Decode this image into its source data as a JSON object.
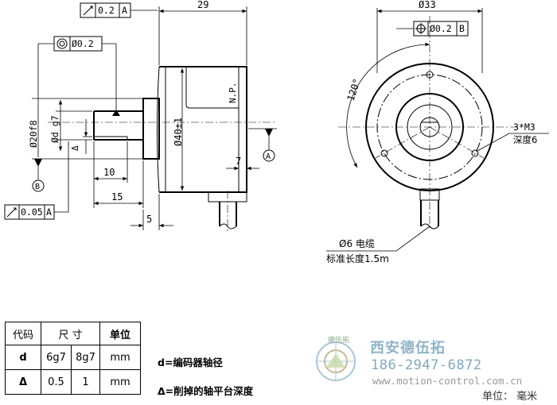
{
  "drawing": {
    "tol_runout_a": {
      "value": "0.2",
      "datum": "A"
    },
    "tol_concentric": {
      "value": "Ø0.2"
    },
    "tol_runout_b": {
      "value": "0.05",
      "datum": "A"
    },
    "tol_position": {
      "value": "Ø0.2",
      "datum": "B"
    },
    "dim_length": "29",
    "dim_shaft_dia": "Ø20f8",
    "dim_d": "Ød g7",
    "dim_delta": "Δ",
    "dim_body_dia": "Ø40±1",
    "dim_np": "N.P.",
    "dim_10": "10",
    "dim_15": "15",
    "dim_5": "5",
    "dim_7": "7",
    "datum_a": "A",
    "datum_b": "B",
    "dim_33": "Ø33",
    "dim_angle": "120°",
    "hole_note_1": "3*M3",
    "hole_note_2": "深度6",
    "cable_note_1": "Ø6 电缆",
    "cable_note_2": "标准长度1.5m"
  },
  "table": {
    "headers": [
      "代码",
      "尺  寸",
      "单位"
    ],
    "rows": [
      {
        "code": "d",
        "v1": "6g7",
        "v2": "8g7",
        "unit": "mm"
      },
      {
        "code": "Δ",
        "v1": "0.5",
        "v2": "1",
        "unit": "mm"
      }
    ]
  },
  "definitions": [
    "d=编码器轴径",
    "Δ=削掉的轴平台深度"
  ],
  "watermark": {
    "company": "西安德伍拓",
    "phone": "186-2947-6872",
    "website": "www.motion-control.com.cn",
    "logo_text": "德伍拓"
  },
  "unit_label": "单位： 毫米"
}
